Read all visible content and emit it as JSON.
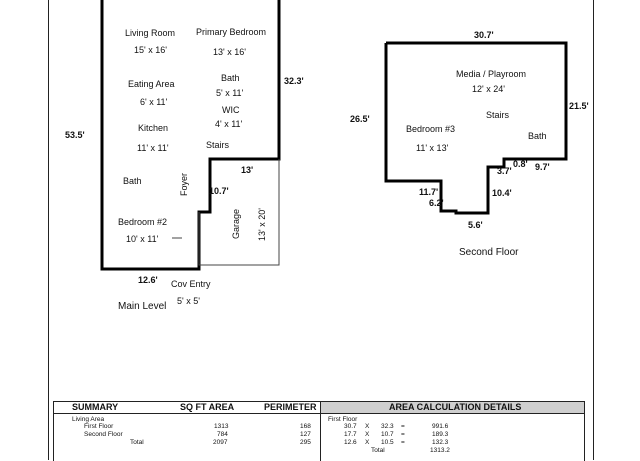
{
  "floor_plan": {
    "main_level": {
      "caption": "Main Level",
      "rooms": [
        {
          "name": "Living Room",
          "size": "15' x 16'"
        },
        {
          "name": "Primary Bedroom",
          "size": "13' x 16'"
        },
        {
          "name": "Eating Area",
          "size": "6' x 11'"
        },
        {
          "name": "Bath",
          "size": "5' x 11'"
        },
        {
          "name": "WIC",
          "size": "4' x 11'"
        },
        {
          "name": "Kitchen",
          "size": "11' x 11'"
        },
        {
          "name": "Stairs",
          "size": ""
        },
        {
          "name": "Bath",
          "size": ""
        },
        {
          "name": "Foyer",
          "size": ""
        },
        {
          "name": "Bedroom #2",
          "size": "10' x 11'"
        },
        {
          "name": "Garage",
          "size": "13' x 20'"
        },
        {
          "name": "Cov Entry",
          "size": "5' x 5'"
        }
      ],
      "dimensions": [
        "53.5'",
        "32.3'",
        "13'",
        "10.7'",
        "12.6'"
      ]
    },
    "second_floor": {
      "caption": "Second Floor",
      "rooms": [
        {
          "name": "Media / Playroom",
          "size": "12' x 24'"
        },
        {
          "name": "Stairs",
          "size": ""
        },
        {
          "name": "Bedroom #3",
          "size": "11' x 13'"
        },
        {
          "name": "Bath",
          "size": ""
        }
      ],
      "dimensions": [
        "30.7'",
        "26.5'",
        "21.5'",
        "0.8'",
        "9.7'",
        "3.7'",
        "10.4'",
        "11.7'",
        "6.2'",
        "5.6'"
      ]
    }
  },
  "summary": {
    "headers": {
      "summary": "SUMMARY",
      "sqft": "SQ FT AREA",
      "perimeter": "PERIMETER",
      "details": "AREA CALCULATION DETAILS"
    },
    "section": "Living Area",
    "rows": [
      {
        "label": "First Floor",
        "sqft": "1313",
        "perimeter": "168"
      },
      {
        "label": "Second Floor",
        "sqft": "784",
        "perimeter": "127"
      },
      {
        "label": "Total",
        "sqft": "2097",
        "perimeter": "295"
      }
    ],
    "details_section": "First Floor",
    "calc_rows": [
      {
        "a": "30.7",
        "op": "X",
        "b": "32.3",
        "eq": "=",
        "result": "991.6"
      },
      {
        "a": "17.7",
        "op": "X",
        "b": "10.7",
        "eq": "=",
        "result": "189.3"
      },
      {
        "a": "12.6",
        "op": "X",
        "b": "10.5",
        "eq": "=",
        "result": "132.3"
      }
    ],
    "calc_total_label": "Total",
    "calc_total": "1313.2"
  }
}
